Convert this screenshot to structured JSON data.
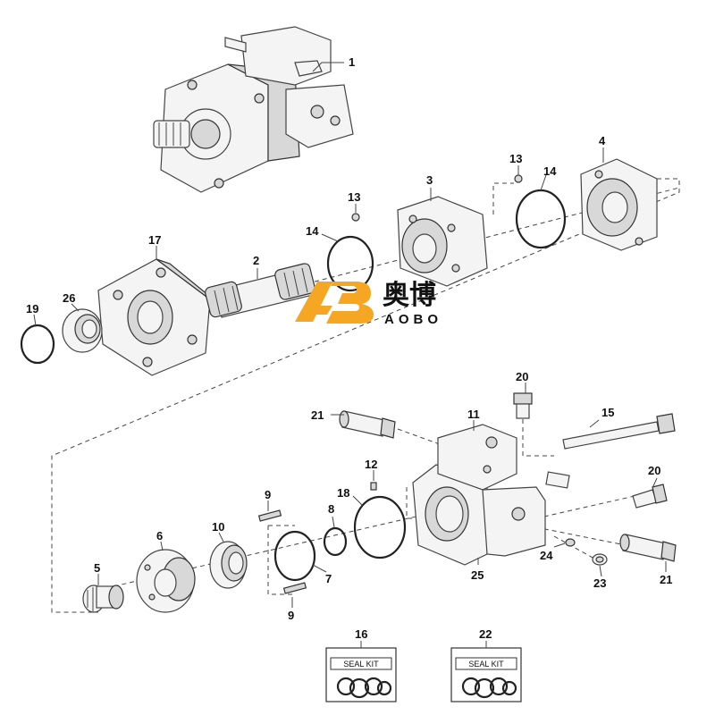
{
  "logo": {
    "chinese": "奥博",
    "latin": "AOBO",
    "brand_color": "#f5a623"
  },
  "seal_kit_label": "SEAL KIT",
  "callouts": {
    "c1": "1",
    "c2": "2",
    "c3": "3",
    "c4": "4",
    "c5": "5",
    "c6": "6",
    "c7": "7",
    "c8": "8",
    "c9a": "9",
    "c9b": "9",
    "c10": "10",
    "c11": "11",
    "c12": "12",
    "c13a": "13",
    "c13b": "13",
    "c14a": "14",
    "c14b": "14",
    "c15": "15",
    "c16": "16",
    "c17": "17",
    "c18": "18",
    "c19": "19",
    "c20a": "20",
    "c20b": "20",
    "c21a": "21",
    "c21b": "21",
    "c22": "22",
    "c23": "23",
    "c24": "24",
    "c25": "25",
    "c26": "26"
  }
}
